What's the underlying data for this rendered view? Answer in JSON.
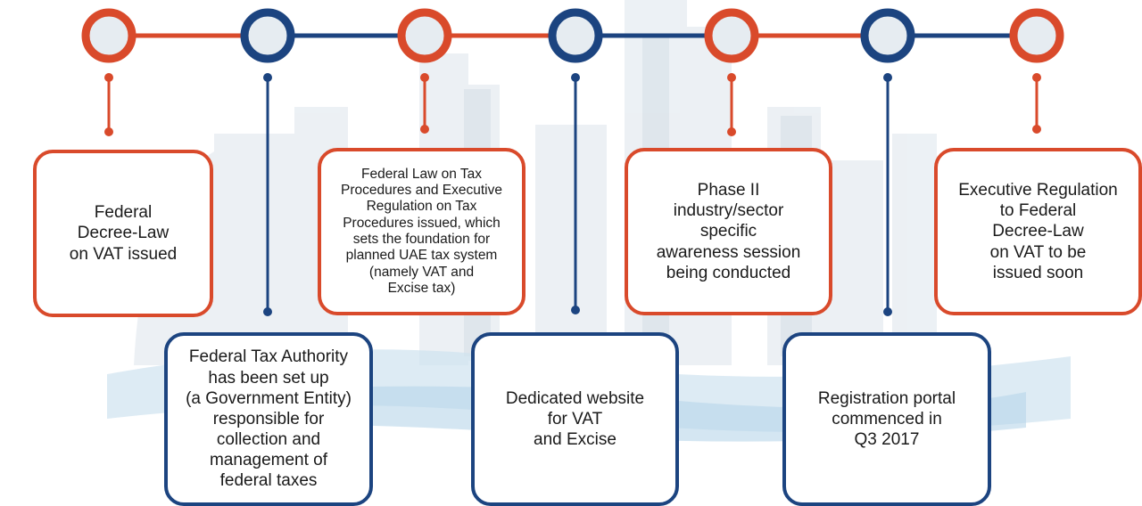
{
  "colors": {
    "orange": "#d94a2b",
    "blue": "#1c4480",
    "node_fill": "#e6ecf1"
  },
  "milestones": [
    {
      "text": "Federal\nDecree-Law\non VAT issued",
      "color": "orange"
    },
    {
      "text": "Federal Tax Authority\nhas been set up\n(a Government Entity)\nresponsible for\ncollection and\nmanagement of\nfederal taxes",
      "color": "blue"
    },
    {
      "text": "Federal Law on Tax\nProcedures and Executive\nRegulation on Tax\nProcedures issued, which\nsets the foundation for\nplanned UAE tax system\n(namely VAT and\nExcise tax)",
      "color": "orange"
    },
    {
      "text": "Dedicated website\nfor VAT\nand Excise",
      "color": "blue"
    },
    {
      "text": "Phase II\nindustry/sector\nspecific\nawareness session\nbeing conducted",
      "color": "orange"
    },
    {
      "text": "Registration portal\ncommenced in\nQ3 2017",
      "color": "blue"
    },
    {
      "text": "Executive Regulation\nto Federal\nDecree-Law\non VAT to be\nissued soon",
      "color": "orange"
    }
  ]
}
